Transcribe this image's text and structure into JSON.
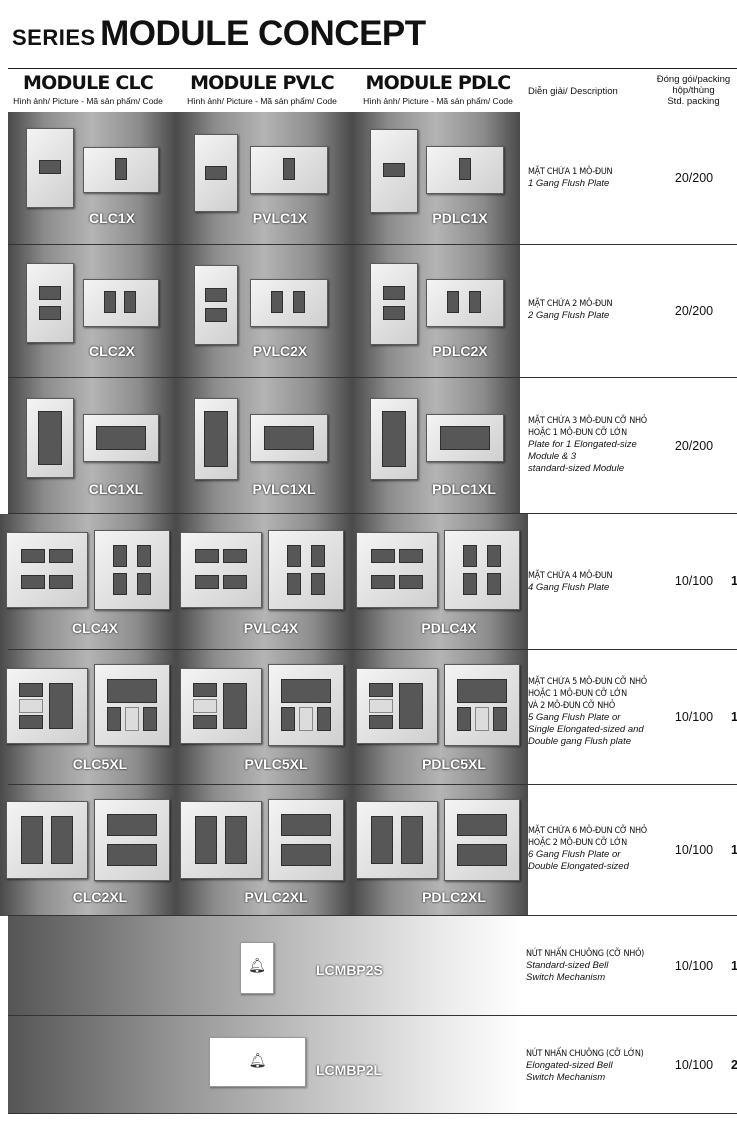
{
  "page": {
    "title_small": "SERIES",
    "title_big": "MODULE CONCEPT"
  },
  "header": {
    "columns": [
      {
        "name": "MODULE CLC",
        "sub": "Hình ảnh/ Picture - Mã sản phẩm/ Code"
      },
      {
        "name": "MODULE PVLC",
        "sub": "Hình ảnh/ Picture - Mã sản phẩm/ Code"
      },
      {
        "name": "MODULE PDLC",
        "sub": "Hình ảnh/ Picture - Mã sản phẩm/ Code"
      }
    ],
    "description": "Diễn giải/ Description",
    "packing_line1": "Đóng gói/packing",
    "packing_line2": "hộp/thùng",
    "packing_line3": "Std. packing"
  },
  "rows": [
    {
      "codes": [
        "CLC1X",
        "PVLC1X",
        "PDLC1X"
      ],
      "desc_vn": [
        "MẶT CHỨA 1 MÔ-ĐUN"
      ],
      "desc_en": [
        "1 Gang Flush Plate"
      ],
      "packing": "20/200",
      "edge": ""
    },
    {
      "codes": [
        "CLC2X",
        "PVLC2X",
        "PDLC2X"
      ],
      "desc_vn": [
        "MẶT CHỨA 2 MÔ-ĐUN"
      ],
      "desc_en": [
        "2 Gang Flush Plate"
      ],
      "packing": "20/200",
      "edge": ""
    },
    {
      "codes": [
        "CLC1XL",
        "PVLC1XL",
        "PDLC1XL"
      ],
      "desc_vn": [
        "MẶT CHỨA 3 MÔ-ĐUN CỠ NHỎ",
        "HOẶC 1 MÔ-ĐUN CỠ LỚN"
      ],
      "desc_en": [
        "Plate for 1 Elongated-size",
        "Module & 3",
        "standard-sized Module"
      ],
      "packing": "20/200",
      "edge": ""
    },
    {
      "codes": [
        "CLC4X",
        "PVLC4X",
        "PDLC4X"
      ],
      "desc_vn": [
        "MẶT CHỨA 4 MÔ-ĐUN"
      ],
      "desc_en": [
        "4 Gang Flush Plate"
      ],
      "packing": "10/100",
      "edge": "1"
    },
    {
      "codes": [
        "CLC5XL",
        "PVLC5XL",
        "PDLC5XL"
      ],
      "desc_vn": [
        "MẶT CHỨA 5 MÔ-ĐUN CỠ NHỎ",
        "HOẶC 1 MÔ-ĐUN CỠ LỚN",
        "VÀ 2 MÔ-ĐUN CỠ NHỎ"
      ],
      "desc_en": [
        "5 Gang Flush Plate or",
        "Single Elongated-sized and",
        "Double gang Flush plate"
      ],
      "packing": "10/100",
      "edge": "1"
    },
    {
      "codes": [
        "CLC2XL",
        "PVLC2XL",
        "PDLC2XL"
      ],
      "desc_vn": [
        "MẶT CHỨA 6 MÔ-ĐUN CỠ NHỎ",
        "HOẶC 2 MÔ-ĐUN CỠ LỚN"
      ],
      "desc_en": [
        "6 Gang Flush Plate or",
        "Double Elongated-sized"
      ],
      "packing": "10/100",
      "edge": "1"
    },
    {
      "codes": [
        "LCMBP2S"
      ],
      "desc_vn": [
        "NÚT NHẤN CHUÔNG (CỠ NHỎ)"
      ],
      "desc_en": [
        "Standard-sized Bell",
        "Switch Mechanism"
      ],
      "packing": "10/100",
      "edge": "1"
    },
    {
      "codes": [
        "LCMBP2L"
      ],
      "desc_vn": [
        "NÚT NHẤN CHUÔNG (CỠ LỚN)"
      ],
      "desc_en": [
        "Elongated-sized Bell",
        "Switch Mechanism"
      ],
      "packing": "10/100",
      "edge": "2"
    }
  ]
}
